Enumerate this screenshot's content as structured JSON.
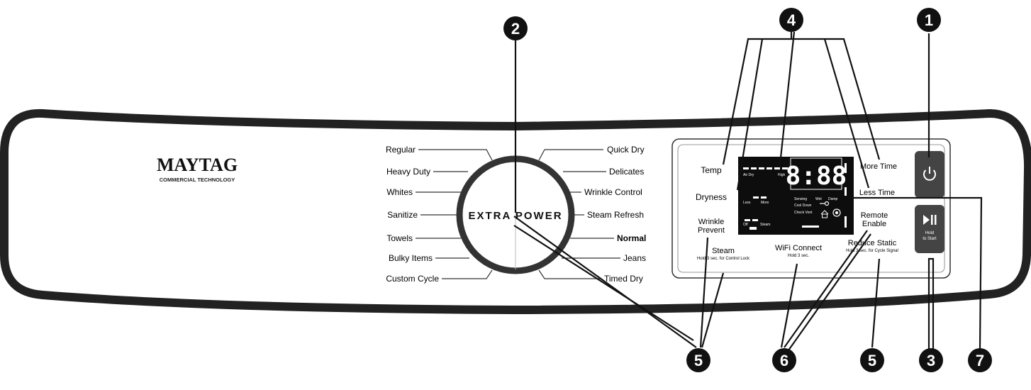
{
  "brand": {
    "name": "MAYTAG",
    "tagline": "COMMERCIAL TECHNOLOGY"
  },
  "dial": {
    "center_label": "EXTRA POWER",
    "cycles_left": [
      "Regular",
      "Heavy Duty",
      "Whites",
      "Sanitize",
      "Towels",
      "Bulky Items",
      "Custom Cycle"
    ],
    "cycles_right": [
      "Quick Dry",
      "Delicates",
      "Wrinkle Control",
      "Steam Refresh",
      "Normal",
      "Jeans",
      "Timed Dry"
    ]
  },
  "buttons": {
    "temp": "Temp",
    "dryness": "Dryness",
    "wrinkle_line1": "Wrinkle",
    "wrinkle_line2": "Prevent",
    "steam": "Steam",
    "steam_hint": "Hold 3 sec. for Control Lock",
    "wifi": "WiFi Connect",
    "wifi_hint": "Hold 3 sec.",
    "more_time": "More Time",
    "less_time": "Less Time",
    "remote_line1": "Remote",
    "remote_line2": "Enable",
    "reduce_static": "Reduce Static",
    "reduce_static_hint": "Hold 3 sec. for Cycle Signal",
    "start_line1": "Hold",
    "start_line2": "to Start"
  },
  "display": {
    "digits": "8:88",
    "air_dry": "Air Dry",
    "high": "High",
    "less": "Less",
    "more": "More",
    "off": "Off",
    "steam": "Steam",
    "sensing": "Sensing",
    "wet": "Wet",
    "damp": "Damp",
    "cool_down": "Cool Down",
    "check_vent": "Check Vent"
  },
  "callouts": [
    "1",
    "2",
    "3",
    "4",
    "5",
    "5",
    "6",
    "7"
  ],
  "icons": [
    "power-icon",
    "play-pause-icon",
    "lock-icon",
    "home-icon",
    "wifi-remote-icon"
  ]
}
